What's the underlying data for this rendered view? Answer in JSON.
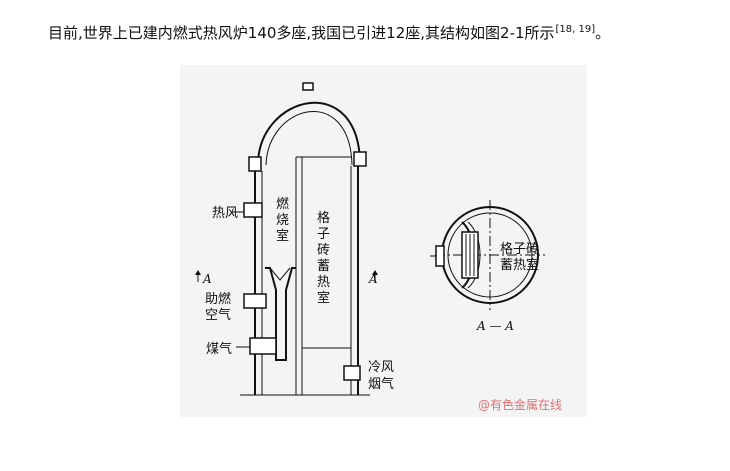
{
  "caption": {
    "text": "目前,世界上已建内燃式热风炉140多座,我国已引进12座,其结构如图2-1所示",
    "ref": "[18, 19]",
    "end": "。"
  },
  "figure": {
    "labels": {
      "hot_air": "热风",
      "combustion_chamber": [
        "燃",
        "烧",
        "室"
      ],
      "checker_chamber": [
        "格",
        "子",
        "砖",
        "蓄",
        "热",
        "室"
      ],
      "combustion_air": [
        "助燃",
        "空气"
      ],
      "gas": "煤气",
      "cold_air": "冷风",
      "flue_gas": "烟气",
      "checker_small": [
        "格子砖",
        "蓄热室"
      ]
    },
    "section_marks": {
      "left": "A",
      "right": "A",
      "title": "A — A"
    },
    "watermark": "@有色金属在线"
  }
}
